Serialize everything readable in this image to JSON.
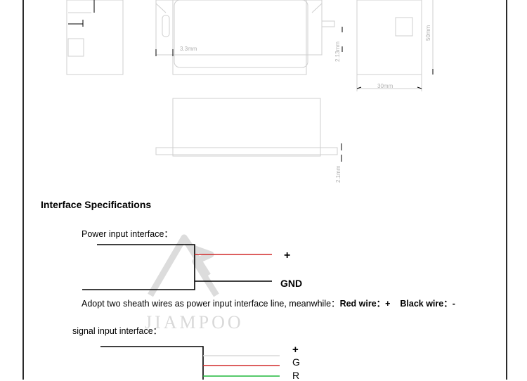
{
  "dimensions": {
    "d1": "3.3mm",
    "d2": "2.13mm",
    "d3": "50mm",
    "d4": "30mm",
    "d5": "2.1mm"
  },
  "section": {
    "heading": "Interface Specifications"
  },
  "power": {
    "label": "Power input interface：",
    "plus": "+",
    "gnd": "GND"
  },
  "note": {
    "text": "Adopt two sheath wires as power input interface line, meanwhile：",
    "red": "Red wire：+",
    "black": "Black wire：-"
  },
  "signal": {
    "label": "signal input interface：",
    "plus": "+",
    "g": "G",
    "r": "R"
  },
  "watermark": "JIAMPOO",
  "colors": {
    "red_wire": "#d22a2a",
    "green_wire": "#1fb83a",
    "black_wire": "#000000",
    "outline": "#cfcfcf"
  }
}
